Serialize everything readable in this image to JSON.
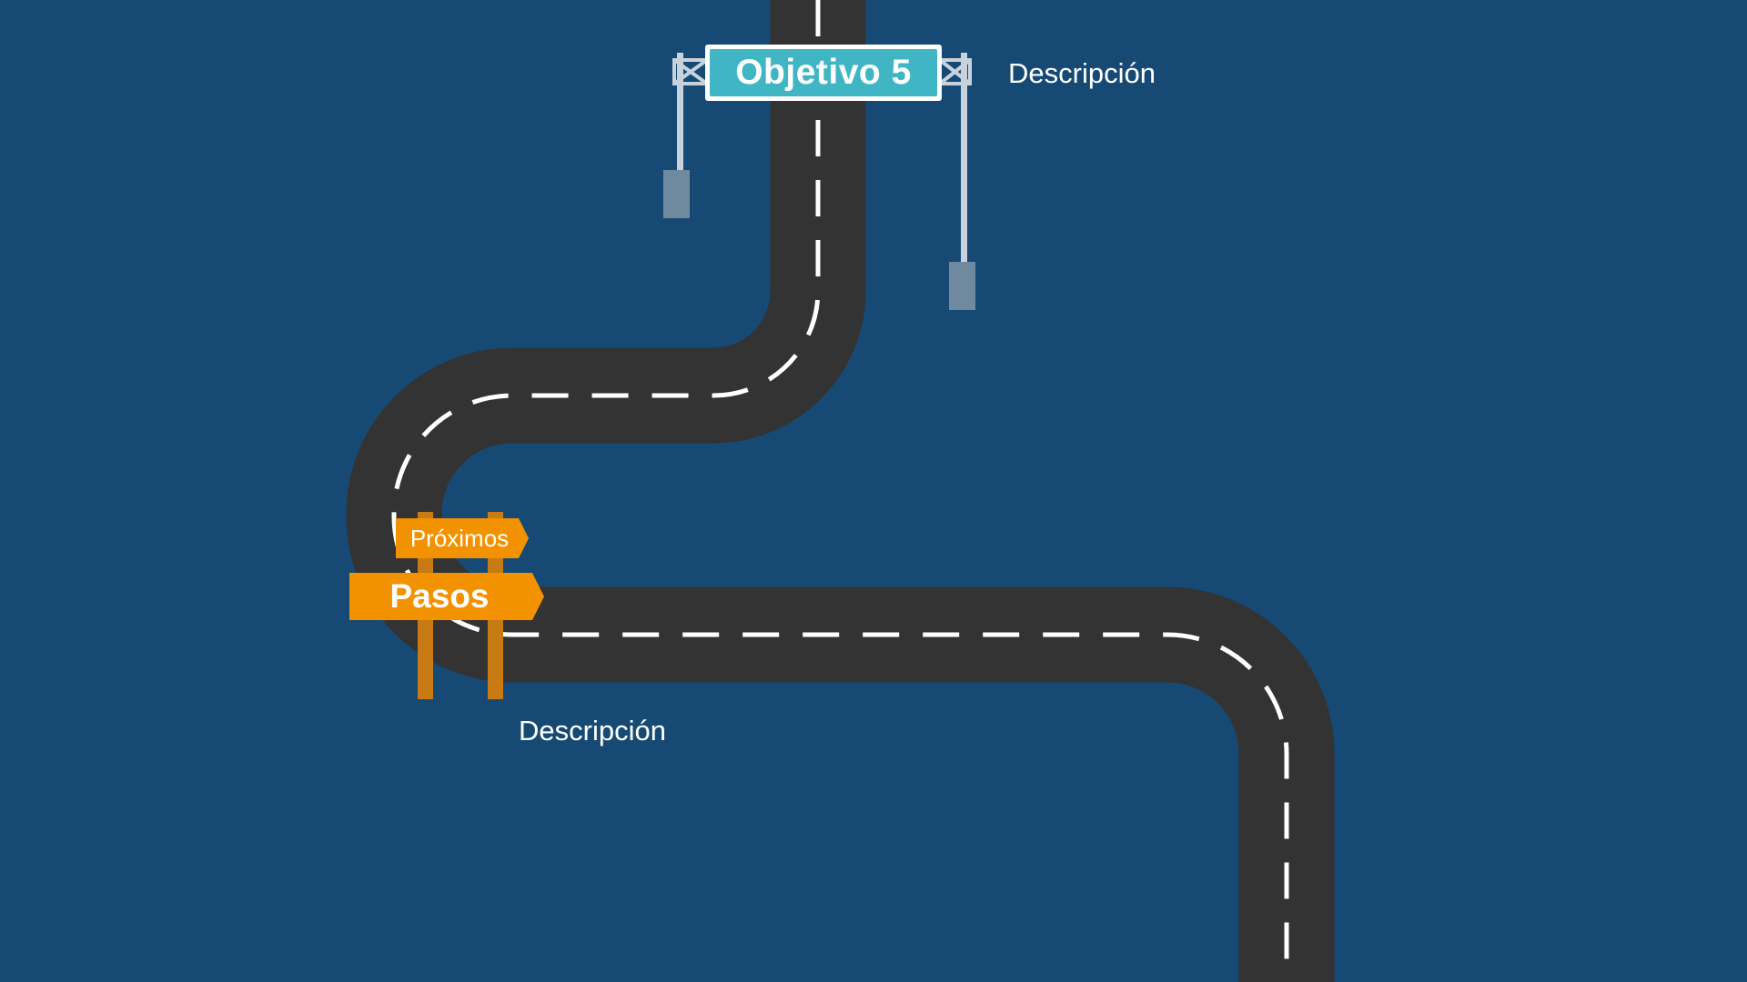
{
  "slide": {
    "goal_sign": {
      "text": "Objetivo 5"
    },
    "goal_description": "Descripción",
    "direction_sign": {
      "top_text": "Próximos",
      "bottom_text": "Pasos"
    },
    "steps_description": "Descripción"
  },
  "colors": {
    "background": "#164a74",
    "road": "#333333",
    "lane_marking": "#ffffff",
    "gantry_sign": "#40b6c4",
    "direction_sign": "#f39200",
    "sign_posts": "#c87a14",
    "gantry_frame": "#c8d2dc",
    "lamp": "#6f8a9e"
  },
  "icons": {
    "road": "winding-road-icon",
    "gantry": "overhead-road-sign-icon",
    "signpost": "direction-signpost-icon"
  }
}
